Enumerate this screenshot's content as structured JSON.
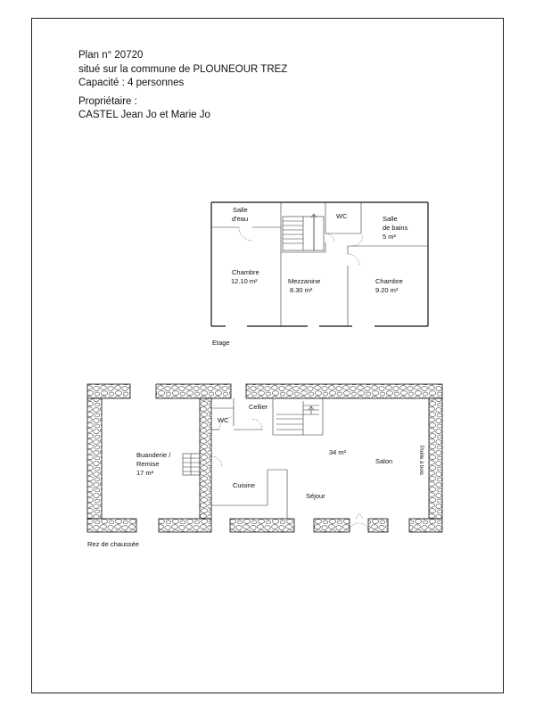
{
  "header": {
    "plan_number": "Plan n° 20720",
    "commune": "situé sur la commune de PLOUNEOUR TREZ",
    "capacity": "Capacité : 4 personnes",
    "owner_label": "Propriétaire :",
    "owner_name": "CASTEL Jean Jo et Marie Jo"
  },
  "upper_floor": {
    "caption": "Etage",
    "rooms": {
      "salle_eau_1": "Salle",
      "salle_eau_2": "d'eau",
      "wc": "WC",
      "salle_bains_1": "Salle",
      "salle_bains_2": "de bains",
      "salle_bains_3": "5 m²",
      "chambre_left_1": "Chambre",
      "chambre_left_2": "12.10 m²",
      "mezzanine_1": "Mezzanine",
      "mezzanine_2": "8.30 m²",
      "chambre_right_1": "Chambre",
      "chambre_right_2": "9.20 m²"
    }
  },
  "ground_floor": {
    "caption": "Rez de chaussée",
    "rooms": {
      "cellier": "Cellier",
      "wc": "WC",
      "buanderie_1": "Buanderie /",
      "buanderie_2": "Remise",
      "buanderie_3": "17 m²",
      "living_area": "34 m²",
      "salon": "Salon",
      "cuisine": "Cuisine",
      "sejour": "Séjour",
      "poele": "Poêle à bois"
    }
  }
}
